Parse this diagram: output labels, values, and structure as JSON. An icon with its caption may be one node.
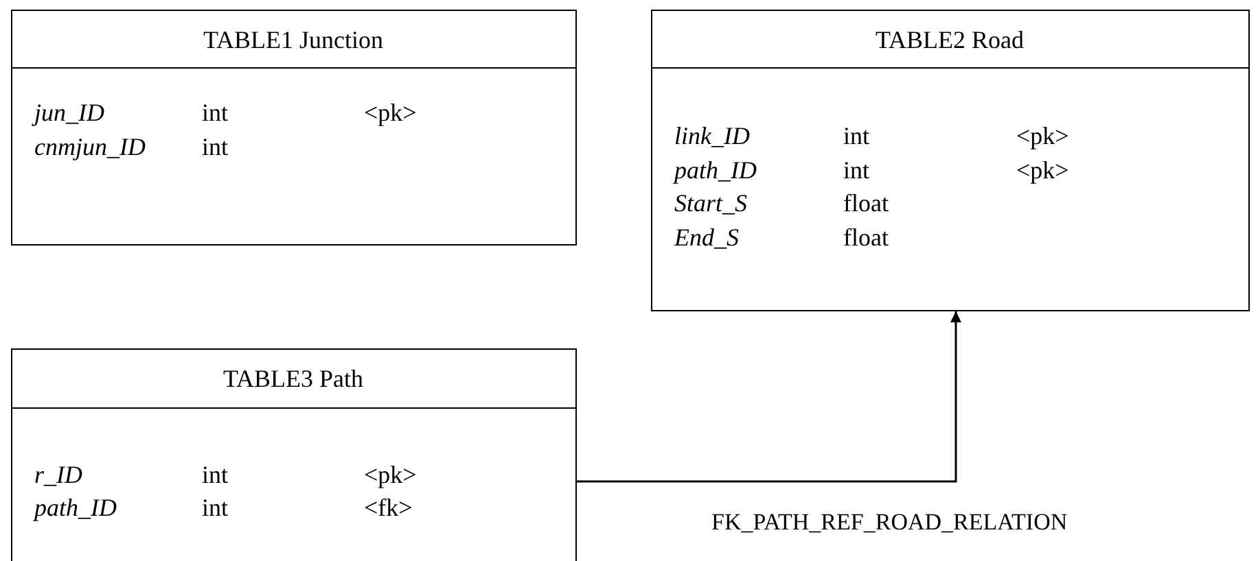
{
  "diagram": {
    "nodes": [
      {
        "text": [
          "TABLE1 Junction",
          "jun_ID",
          "int",
          "<pk>",
          "cnmjun_ID",
          "int"
        ]
      },
      {
        "text": [
          "TABLE2 Road",
          "link_ID",
          "int",
          "<pk>",
          "path_ID",
          "int",
          "<pk>",
          "Start_S",
          "float",
          "End_S",
          "float"
        ]
      },
      {
        "text": [
          "TABLE3 Path",
          "r_ID",
          "int",
          "<pk>",
          "path_ID",
          "int",
          "<fk>"
        ]
      }
    ],
    "edges": [
      {
        "from": 2,
        "to": 1,
        "arrow": "to",
        "label": "FK_PATH_REF_ROAD_RELATION"
      }
    ]
  }
}
